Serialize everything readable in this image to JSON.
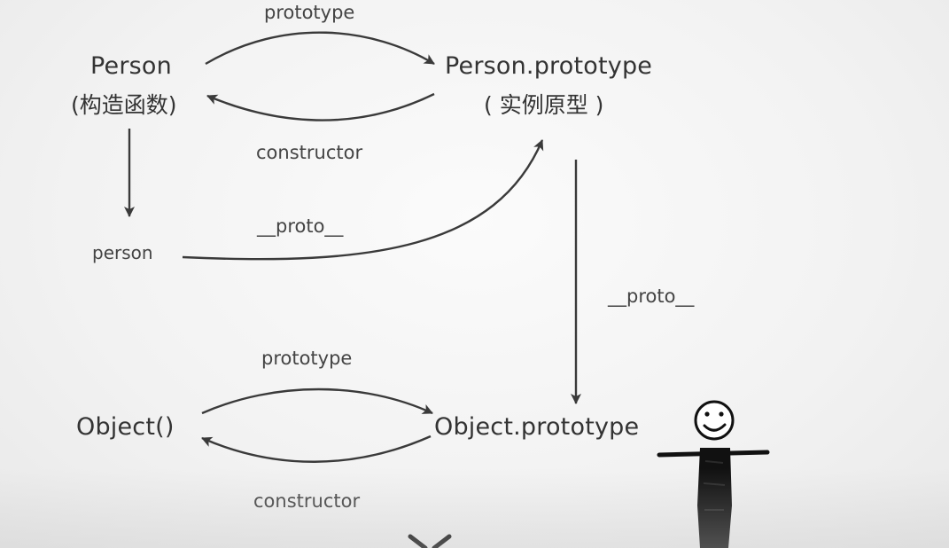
{
  "nodes": {
    "person": {
      "title": "Person",
      "subtitle": "(构造函数)"
    },
    "person_prototype": {
      "title": "Person.prototype",
      "subtitle": "( 实例原型 )"
    },
    "person_instance": {
      "title": "person"
    },
    "object_ctor": {
      "title": "Object()"
    },
    "object_prototype": {
      "title": "Object.prototype"
    }
  },
  "edges": {
    "person_to_proto": "prototype",
    "proto_to_person": "constructor",
    "instance_proto": "__proto__",
    "proto_chain": "__proto__",
    "object_to_proto": "prototype",
    "proto_to_object": "constructor"
  },
  "colors": {
    "line": "#3a3a3a",
    "text": "#333333",
    "figure": "#111111"
  },
  "icons": {
    "stick_figure": "smiley-stick-figure-icon"
  }
}
